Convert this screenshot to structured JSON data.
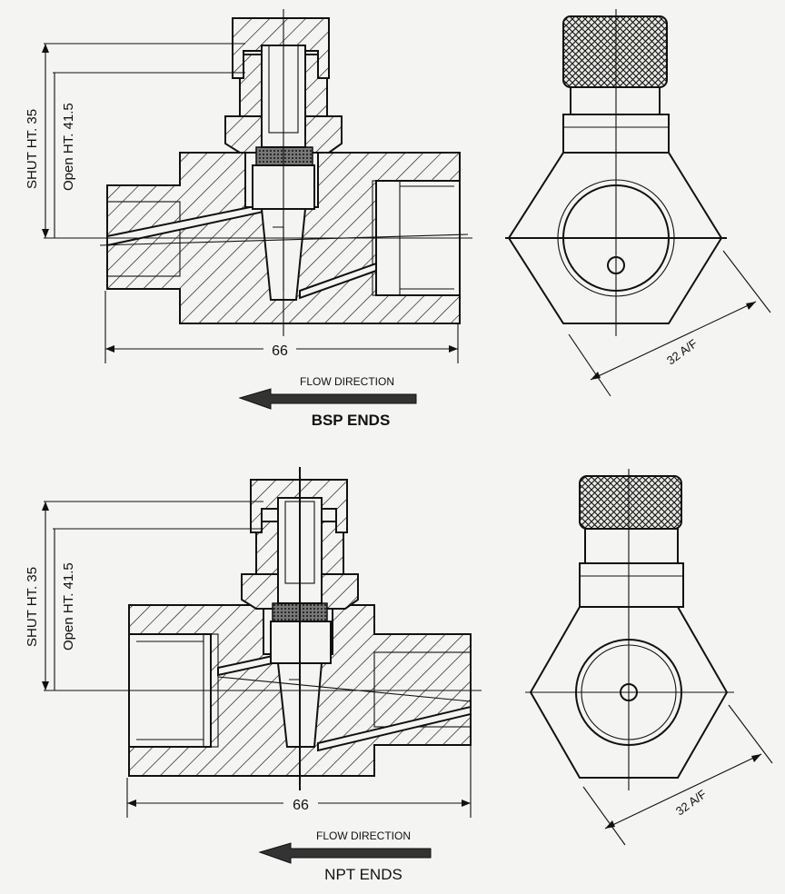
{
  "colors": {
    "ink": "#111111",
    "paper": "#f4f4f2",
    "arrow": "#333333"
  },
  "top": {
    "shut_height": "SHUT HT. 35",
    "open_height": "Open HT. 41.5",
    "length": "66",
    "across_flats": "32 A/F",
    "flow_direction": "FLOW DIRECTION",
    "end_type": "BSP ENDS"
  },
  "bottom": {
    "shut_height": "SHUT HT. 35",
    "open_height": "Open HT. 41.5",
    "length": "66",
    "across_flats": "32 A/F",
    "flow_direction": "FLOW DIRECTION",
    "end_type": "NPT ENDS"
  },
  "icons": {
    "flow_arrow": "left-arrow-icon",
    "knurl": "knurled-cap-icon"
  }
}
